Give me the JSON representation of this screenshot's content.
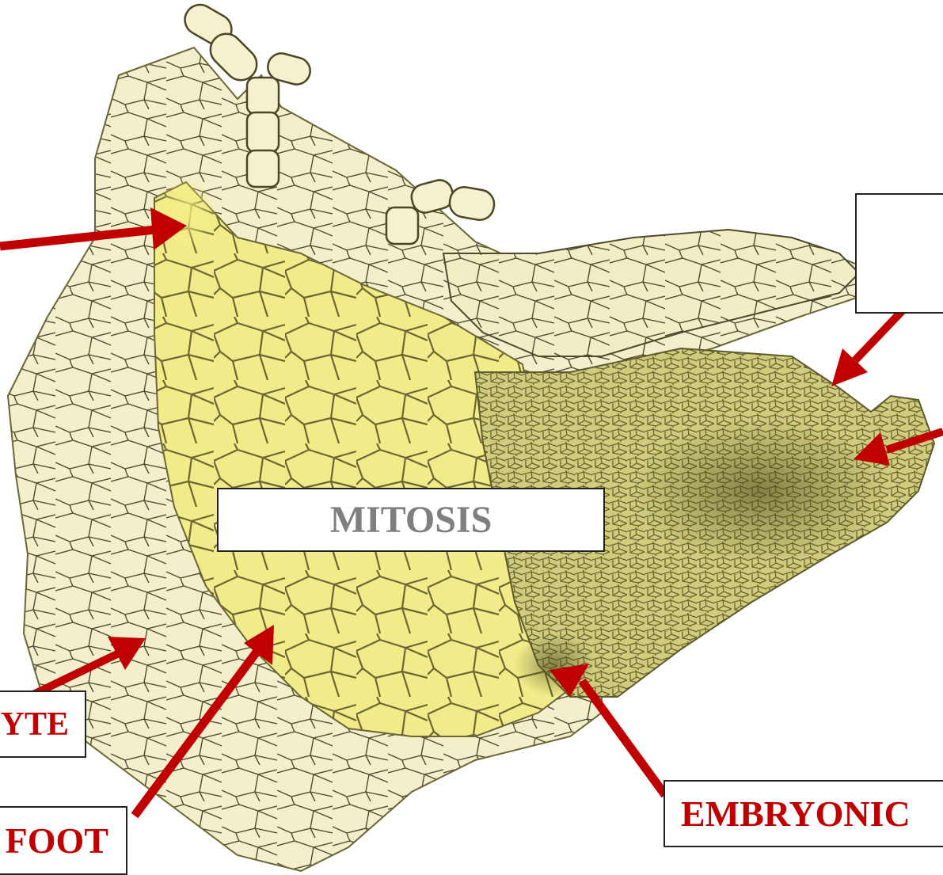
{
  "colors": {
    "label_red": "#c00000",
    "label_gray": "#7f7f7f",
    "arrow": "#c00000",
    "tissue_pale": "#f3efcc",
    "tissue_yellow": "#f2ec8c",
    "embryonic_green": "#c6c474",
    "cell_wall": "#5d5a2c"
  },
  "labels": {
    "mitosis": "MITOSIS",
    "gametophyte_partial": "YTE",
    "foot_partial": "FOOT",
    "embryonic_partial": "EMBRYONIC",
    "top_right_blank": ""
  }
}
